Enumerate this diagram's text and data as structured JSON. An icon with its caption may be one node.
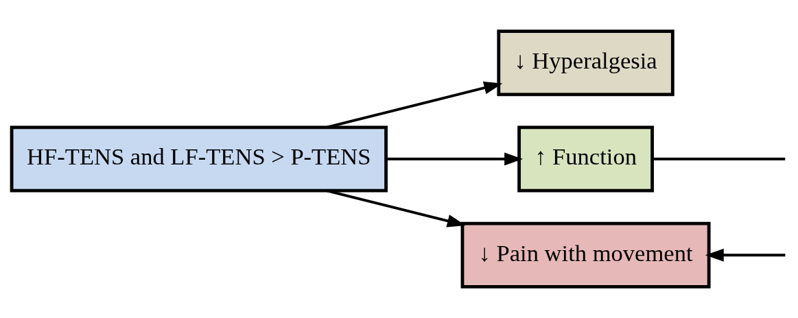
{
  "diagram": {
    "nodes": [
      {
        "text": [
          "HF-TENS and LF-TENS > P-TENS"
        ]
      },
      {
        "text": [
          "↓ Hyperalgesia"
        ]
      },
      {
        "text": [
          "↑ Function"
        ]
      },
      {
        "text": [
          "↓ Pain with movement"
        ]
      }
    ],
    "edges": [
      {
        "from": 0,
        "to": 1,
        "arrow": "to"
      },
      {
        "from": 0,
        "to": 2,
        "arrow": "to"
      },
      {
        "from": 0,
        "to": 3,
        "arrow": "to"
      },
      {
        "from": 2,
        "to": null,
        "arrow": "none"
      },
      {
        "from": null,
        "to": 3,
        "arrow": "to"
      }
    ]
  }
}
